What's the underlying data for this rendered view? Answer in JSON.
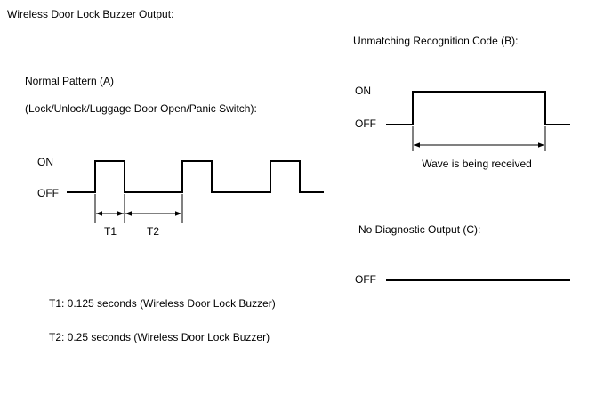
{
  "title": "Wireless Door Lock Buzzer Output:",
  "pattern_a": {
    "heading": "Normal Pattern (A)",
    "subheading": "(Lock/Unlock/Luggage Door Open/Panic Switch):",
    "on_label": "ON",
    "off_label": "OFF",
    "t1_label": "T1",
    "t2_label": "T2"
  },
  "pattern_b": {
    "heading": "Unmatching Recognition Code (B):",
    "on_label": "ON",
    "off_label": "OFF",
    "span_label": "Wave is being received"
  },
  "pattern_c": {
    "heading": "No Diagnostic Output (C):",
    "off_label": "OFF"
  },
  "notes": {
    "t1": "T1: 0.125 seconds (Wireless Door Lock Buzzer)",
    "t2": "T2: 0.25 seconds (Wireless Door Lock Buzzer)"
  }
}
